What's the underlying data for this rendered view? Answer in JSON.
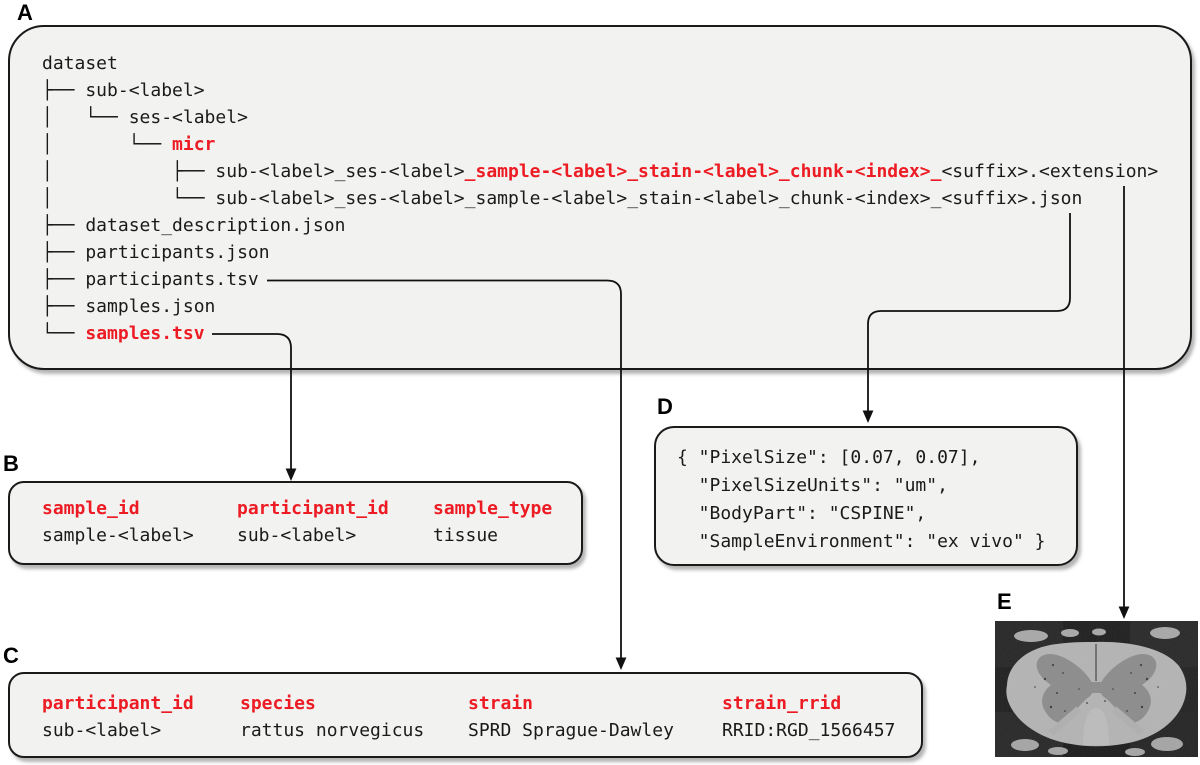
{
  "colors": {
    "accent_red": "#ED1C24",
    "box_fill": "#f2f2f0",
    "box_border": "#1a1a1a",
    "text": "#1a1a1a"
  },
  "panelA": {
    "label": "A",
    "tree_rows": [
      [
        {
          "t": "dataset"
        }
      ],
      [
        {
          "t": "├── sub-<label>"
        }
      ],
      [
        {
          "t": "│   └── ses-<label>"
        }
      ],
      [
        {
          "t": "│       └── "
        },
        {
          "t": "micr",
          "red": true
        }
      ],
      [
        {
          "t": "│           ├── sub-<label>_ses-<label>"
        },
        {
          "t": "_sample-<label>_stain-<label>_chunk-<index>_",
          "red": true
        },
        {
          "t": "<suffix>.<extension>"
        }
      ],
      [
        {
          "t": "│           └── sub-<label>_ses-<label>_sample-<label>_stain-<label>_chunk-<index>_<suffix>.json"
        }
      ],
      [
        {
          "t": "├── dataset_description.json"
        }
      ],
      [
        {
          "t": "├── participants.json"
        }
      ],
      [
        {
          "t": "├── participants.tsv"
        }
      ],
      [
        {
          "t": "├── samples.json"
        }
      ],
      [
        {
          "t": "└── "
        },
        {
          "t": "samples.tsv",
          "red": true
        }
      ]
    ]
  },
  "panelB": {
    "label": "B",
    "columns": [
      {
        "header": "sample_id",
        "value": "sample-<label>"
      },
      {
        "header": "participant_id",
        "value": "sub-<label>"
      },
      {
        "header": "sample_type",
        "value": "tissue"
      }
    ]
  },
  "panelC": {
    "label": "C",
    "columns": [
      {
        "header": "participant_id",
        "value": "sub-<label>"
      },
      {
        "header": "species",
        "value": "rattus norvegicus"
      },
      {
        "header": "strain",
        "value": "SPRD Sprague-Dawley"
      },
      {
        "header": "strain_rrid",
        "value": "RRID:RGD_1566457"
      }
    ]
  },
  "panelD": {
    "label": "D",
    "lines": [
      "{ \"PixelSize\": [0.07, 0.07],",
      "  \"PixelSizeUnits\": \"um\",",
      "  \"BodyPart\": \"CSPINE\",",
      "  \"SampleEnvironment\": \"ex vivo\" }"
    ]
  },
  "panelE": {
    "label": "E"
  }
}
